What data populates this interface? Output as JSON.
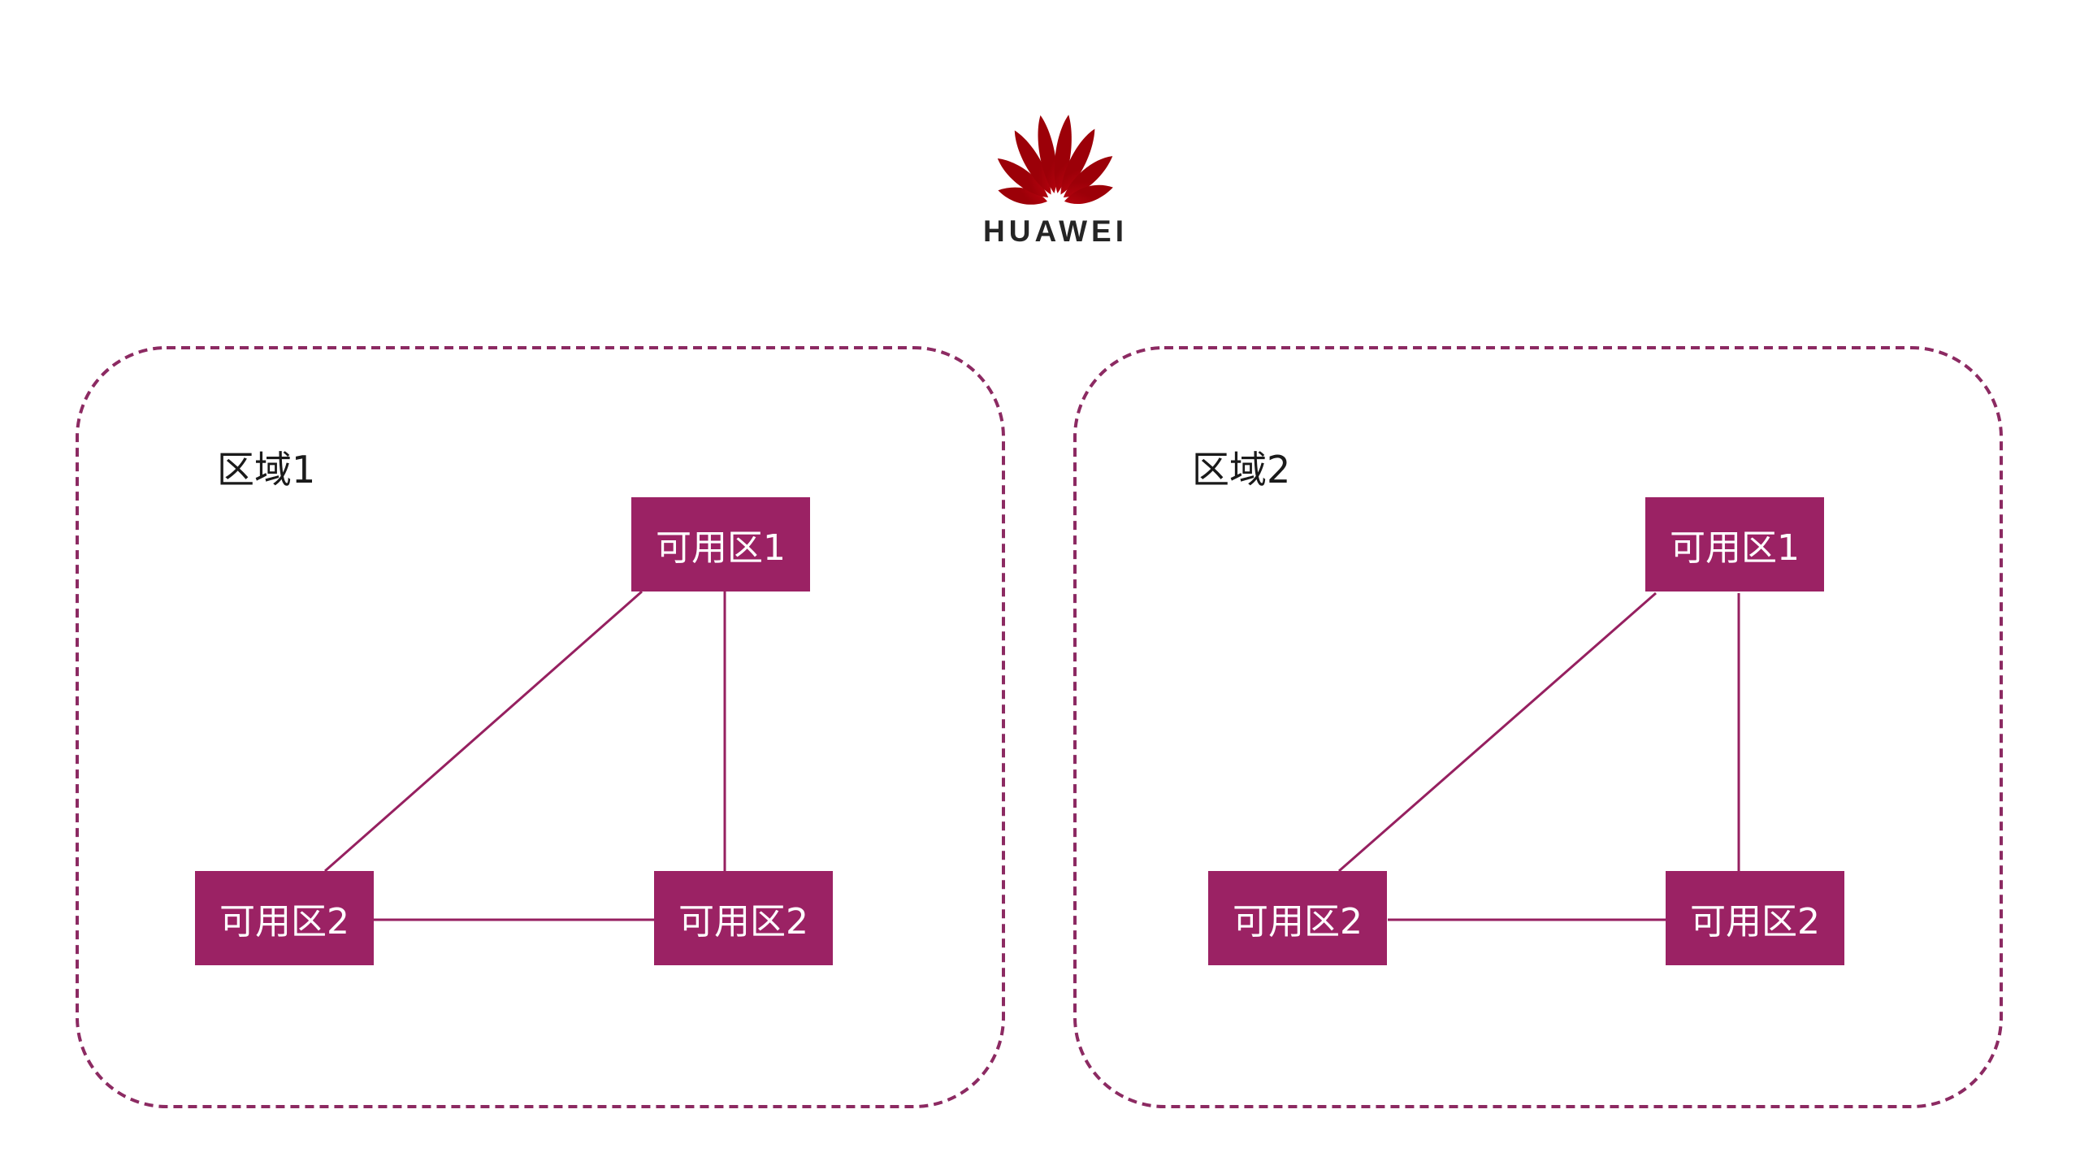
{
  "logo": {
    "wordmark": "HUAWEI",
    "flower_icon": "huawei-flower-icon",
    "brand_red": "#D6121F"
  },
  "regions": [
    {
      "label": "区域1",
      "zones": [
        {
          "label": "可用区1"
        },
        {
          "label": "可用区2"
        },
        {
          "label": "可用区2"
        }
      ]
    },
    {
      "label": "区域2",
      "zones": [
        {
          "label": "可用区1"
        },
        {
          "label": "可用区2"
        },
        {
          "label": "可用区2"
        }
      ]
    }
  ],
  "colors": {
    "zone_box": "#9B2264",
    "zone_text": "#FFFFFF",
    "connector": "#962060",
    "region_border": "#8C2A62",
    "region_label": "#1A1A1A",
    "logo_text": "#252525"
  }
}
